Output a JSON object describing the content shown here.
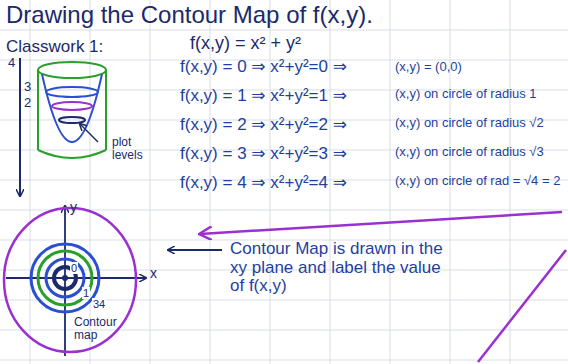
{
  "diagram": {
    "title": "Drawing the Contour Map of f(x,y).",
    "labels": [
      "Classwork 1:",
      "f(x,y) = x² + y²",
      "4",
      "3",
      "2",
      "plot levels",
      "f(x,y) = 0 ⇒ x²+y²=0 ⇒",
      "(x,y) = (0,0)",
      "f(x,y) = 1 ⇒ x²+y²=1 ⇒",
      "(x,y) on circle of radius 1",
      "f(x,y) = 2 ⇒ x²+y²=2 ⇒",
      "(x,y) on circle of radius √2",
      "f(x,y) = 3 ⇒ x²+y²=3 ⇒",
      "(x,y) on circle of radius √3",
      "f(x,y) = 4 ⇒ x²+y²=4 ⇒",
      "(x,y) on circle of rad = √4 = 2",
      "y",
      "x",
      "0",
      "1",
      "34",
      "Contour map",
      "Contour Map is drawn in the xy plane and label the value of f(x,y)"
    ]
  }
}
